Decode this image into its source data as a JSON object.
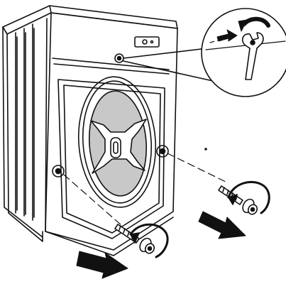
{
  "figure": {
    "subject": "washing-machine-rear-transit-bolt-removal",
    "colors": {
      "line": "#111111",
      "drum": "#c8c8c8",
      "arrow": "#111111",
      "background": "#ffffff"
    },
    "icons": {
      "rear-access-panel": "panel-outline",
      "spider-bracket": "cross-bracket",
      "transit-bolt": "bolt-with-washer",
      "rotation-direction": "curved-arrow",
      "pull-direction": "block-arrow",
      "wrench": "open-end-spanner",
      "magnifier-callout": "circle-detail"
    }
  }
}
